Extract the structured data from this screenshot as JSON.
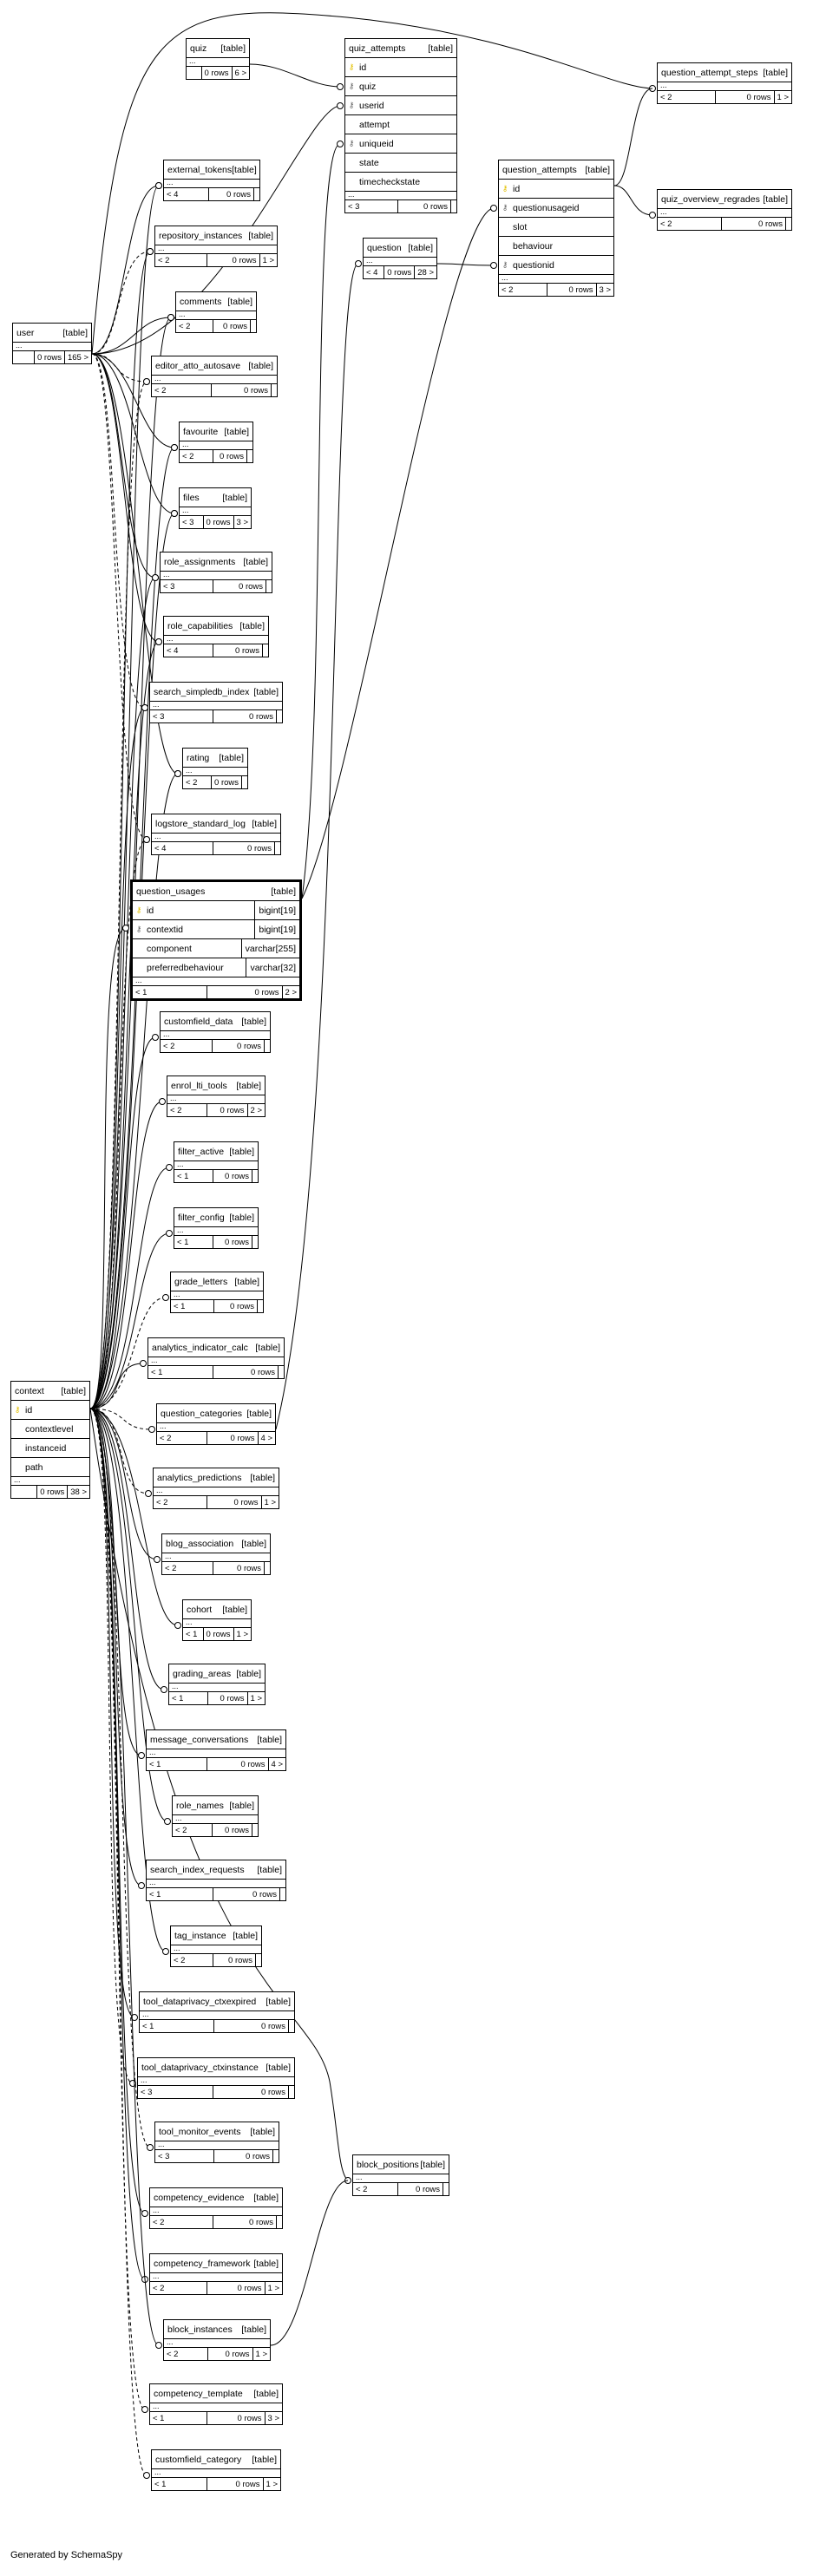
{
  "footer": "Generated by SchemaSpy",
  "table_label": "[table]",
  "tables": [
    {
      "id": "user",
      "name": "user",
      "footer": [
        "",
        "0 rows",
        "165 >"
      ],
      "columns": []
    },
    {
      "id": "context",
      "name": "context",
      "footer": [
        "",
        "0 rows",
        "38 >"
      ],
      "columns": [
        {
          "name": "id",
          "key": "pk"
        },
        {
          "name": "contextlevel",
          "key": ""
        },
        {
          "name": "instanceid",
          "key": ""
        },
        {
          "name": "path",
          "key": ""
        }
      ]
    },
    {
      "id": "quiz",
      "name": "quiz",
      "footer": [
        "",
        "0 rows",
        "6 >"
      ],
      "columns": []
    },
    {
      "id": "quiz_attempts",
      "name": "quiz_attempts",
      "footer": [
        "< 3",
        "0 rows",
        ""
      ],
      "columns": [
        {
          "name": "id",
          "key": "pk"
        },
        {
          "name": "quiz",
          "key": "fk"
        },
        {
          "name": "userid",
          "key": "fk"
        },
        {
          "name": "attempt",
          "key": ""
        },
        {
          "name": "uniqueid",
          "key": "fk"
        },
        {
          "name": "state",
          "key": ""
        },
        {
          "name": "timecheckstate",
          "key": ""
        }
      ]
    },
    {
      "id": "question_attempt_steps",
      "name": "question_attempt_steps",
      "footer": [
        "< 2",
        "0 rows",
        "1 >"
      ],
      "columns": []
    },
    {
      "id": "question_attempts",
      "name": "question_attempts",
      "footer": [
        "< 2",
        "0 rows",
        "3 >"
      ],
      "columns": [
        {
          "name": "id",
          "key": "pk"
        },
        {
          "name": "questionusageid",
          "key": "fk"
        },
        {
          "name": "slot",
          "key": ""
        },
        {
          "name": "behaviour",
          "key": ""
        },
        {
          "name": "questionid",
          "key": "fk"
        }
      ]
    },
    {
      "id": "quiz_overview_regrades",
      "name": "quiz_overview_regrades",
      "footer": [
        "< 2",
        "0 rows",
        ""
      ],
      "columns": []
    },
    {
      "id": "question",
      "name": "question",
      "footer": [
        "< 4",
        "0 rows",
        "28 >"
      ],
      "columns": []
    },
    {
      "id": "external_tokens",
      "name": "external_tokens",
      "footer": [
        "< 4",
        "0 rows",
        ""
      ],
      "columns": []
    },
    {
      "id": "repository_instances",
      "name": "repository_instances",
      "footer": [
        "< 2",
        "0 rows",
        "1 >"
      ],
      "columns": []
    },
    {
      "id": "comments",
      "name": "comments",
      "footer": [
        "< 2",
        "0 rows",
        ""
      ],
      "columns": []
    },
    {
      "id": "editor_atto_autosave",
      "name": "editor_atto_autosave",
      "footer": [
        "< 2",
        "0 rows",
        ""
      ],
      "columns": []
    },
    {
      "id": "favourite",
      "name": "favourite",
      "footer": [
        "< 2",
        "0 rows",
        ""
      ],
      "columns": []
    },
    {
      "id": "files",
      "name": "files",
      "footer": [
        "< 3",
        "0 rows",
        "3 >"
      ],
      "columns": []
    },
    {
      "id": "role_assignments",
      "name": "role_assignments",
      "footer": [
        "< 3",
        "0 rows",
        ""
      ],
      "columns": []
    },
    {
      "id": "role_capabilities",
      "name": "role_capabilities",
      "footer": [
        "< 4",
        "0 rows",
        ""
      ],
      "columns": []
    },
    {
      "id": "search_simpledb_index",
      "name": "search_simpledb_index",
      "footer": [
        "< 3",
        "0 rows",
        ""
      ],
      "columns": []
    },
    {
      "id": "rating",
      "name": "rating",
      "footer": [
        "< 2",
        "0 rows",
        ""
      ],
      "columns": []
    },
    {
      "id": "logstore_standard_log",
      "name": "logstore_standard_log",
      "footer": [
        "< 4",
        "0 rows",
        ""
      ],
      "columns": []
    },
    {
      "id": "question_usages",
      "name": "question_usages",
      "focus": true,
      "footer": [
        "< 1",
        "0 rows",
        "2 >"
      ],
      "columns": [
        {
          "name": "id",
          "key": "pk",
          "type": "bigint[19]"
        },
        {
          "name": "contextid",
          "key": "fk",
          "type": "bigint[19]"
        },
        {
          "name": "component",
          "key": "",
          "type": "varchar[255]"
        },
        {
          "name": "preferredbehaviour",
          "key": "",
          "type": "varchar[32]"
        }
      ]
    },
    {
      "id": "customfield_data",
      "name": "customfield_data",
      "footer": [
        "< 2",
        "0 rows",
        ""
      ],
      "columns": []
    },
    {
      "id": "enrol_lti_tools",
      "name": "enrol_lti_tools",
      "footer": [
        "< 2",
        "0 rows",
        "2 >"
      ],
      "columns": []
    },
    {
      "id": "filter_active",
      "name": "filter_active",
      "footer": [
        "< 1",
        "0 rows",
        ""
      ],
      "columns": []
    },
    {
      "id": "filter_config",
      "name": "filter_config",
      "footer": [
        "< 1",
        "0 rows",
        ""
      ],
      "columns": []
    },
    {
      "id": "grade_letters",
      "name": "grade_letters",
      "footer": [
        "< 1",
        "0 rows",
        ""
      ],
      "columns": []
    },
    {
      "id": "analytics_indicator_calc",
      "name": "analytics_indicator_calc",
      "footer": [
        "< 1",
        "0 rows",
        ""
      ],
      "columns": []
    },
    {
      "id": "question_categories",
      "name": "question_categories",
      "footer": [
        "< 2",
        "0 rows",
        "4 >"
      ],
      "columns": []
    },
    {
      "id": "analytics_predictions",
      "name": "analytics_predictions",
      "footer": [
        "< 2",
        "0 rows",
        "1 >"
      ],
      "columns": []
    },
    {
      "id": "blog_association",
      "name": "blog_association",
      "footer": [
        "< 2",
        "0 rows",
        ""
      ],
      "columns": []
    },
    {
      "id": "cohort",
      "name": "cohort",
      "footer": [
        "< 1",
        "0 rows",
        "1 >"
      ],
      "columns": []
    },
    {
      "id": "grading_areas",
      "name": "grading_areas",
      "footer": [
        "< 1",
        "0 rows",
        "1 >"
      ],
      "columns": []
    },
    {
      "id": "message_conversations",
      "name": "message_conversations",
      "footer": [
        "< 1",
        "0 rows",
        "4 >"
      ],
      "columns": []
    },
    {
      "id": "role_names",
      "name": "role_names",
      "footer": [
        "< 2",
        "0 rows",
        ""
      ],
      "columns": []
    },
    {
      "id": "search_index_requests",
      "name": "search_index_requests",
      "footer": [
        "< 1",
        "0 rows",
        ""
      ],
      "columns": []
    },
    {
      "id": "tag_instance",
      "name": "tag_instance",
      "footer": [
        "< 2",
        "0 rows",
        ""
      ],
      "columns": []
    },
    {
      "id": "tool_dataprivacy_ctxexpired",
      "name": "tool_dataprivacy_ctxexpired",
      "footer": [
        "< 1",
        "0 rows",
        ""
      ],
      "columns": []
    },
    {
      "id": "tool_dataprivacy_ctxinstance",
      "name": "tool_dataprivacy_ctxinstance",
      "footer": [
        "< 3",
        "0 rows",
        ""
      ],
      "columns": []
    },
    {
      "id": "tool_monitor_events",
      "name": "tool_monitor_events",
      "footer": [
        "< 3",
        "0 rows",
        ""
      ],
      "columns": []
    },
    {
      "id": "block_positions",
      "name": "block_positions",
      "footer": [
        "< 2",
        "0 rows",
        ""
      ],
      "columns": []
    },
    {
      "id": "competency_evidence",
      "name": "competency_evidence",
      "footer": [
        "< 2",
        "0 rows",
        ""
      ],
      "columns": []
    },
    {
      "id": "competency_framework",
      "name": "competency_framework",
      "footer": [
        "< 2",
        "0 rows",
        "1 >"
      ],
      "columns": []
    },
    {
      "id": "block_instances",
      "name": "block_instances",
      "footer": [
        "< 2",
        "0 rows",
        "1 >"
      ],
      "columns": []
    },
    {
      "id": "competency_template",
      "name": "competency_template",
      "footer": [
        "< 1",
        "0 rows",
        "3 >"
      ],
      "columns": []
    },
    {
      "id": "customfield_category",
      "name": "customfield_category",
      "footer": [
        "< 1",
        "0 rows",
        "1 >"
      ],
      "columns": []
    }
  ]
}
